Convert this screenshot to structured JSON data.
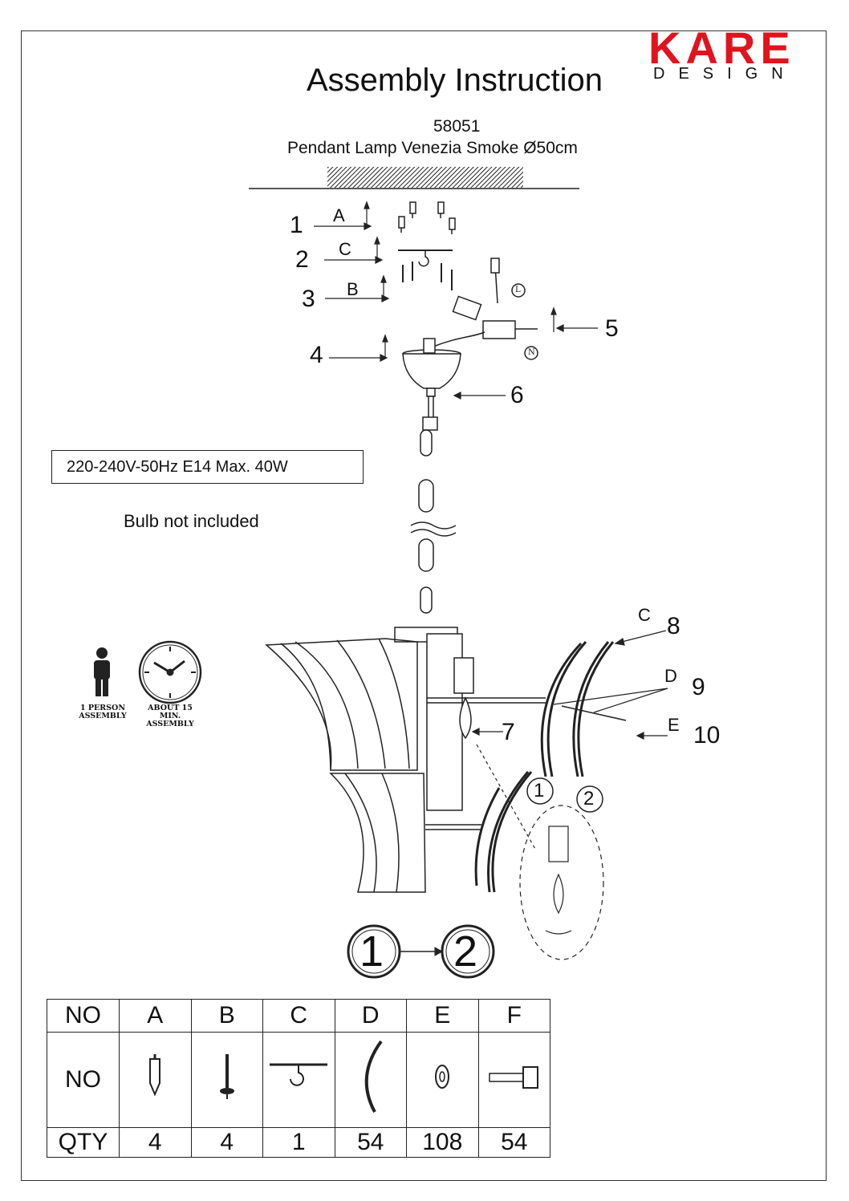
{
  "header": {
    "title": "Assembly Instruction",
    "model_number": "58051",
    "product_name": "Pendant Lamp Venezia Smoke Ø50cm",
    "brand": {
      "name": "KARE",
      "subline": "DESIGN",
      "color": "#e0141e"
    }
  },
  "specs": {
    "electrical": "220-240V-50Hz  E14  Max. 40W",
    "bulb_note": "Bulb not included"
  },
  "assembly_info": {
    "people": "1 PERSON ASSEMBLY",
    "time": "ABOUT 15 MIN. ASSEMBLY"
  },
  "steps": [
    "1",
    "2",
    "3",
    "4",
    "5",
    "6",
    "7",
    "8",
    "9",
    "10"
  ],
  "callouts": {
    "a": "A",
    "b": "B",
    "c": "C",
    "c2": "C",
    "d": "D",
    "e": "E",
    "l": "L",
    "n": "N"
  },
  "sequence": {
    "from": "1",
    "to": "2",
    "small_1": "1",
    "small_2": "2"
  },
  "parts_table": {
    "header_label": "NO",
    "image_row_label": "NO",
    "qty_label": "QTY",
    "parts": [
      {
        "id": "A",
        "qty": "4",
        "icon": "wall-plug-icon"
      },
      {
        "id": "B",
        "qty": "4",
        "icon": "screw-icon"
      },
      {
        "id": "C",
        "qty": "1",
        "icon": "ceiling-hook-icon"
      },
      {
        "id": "D",
        "qty": "54",
        "icon": "curved-glass-blade-icon"
      },
      {
        "id": "E",
        "qty": "108",
        "icon": "washer-icon"
      },
      {
        "id": "F",
        "qty": "54",
        "icon": "bolt-icon"
      }
    ]
  }
}
